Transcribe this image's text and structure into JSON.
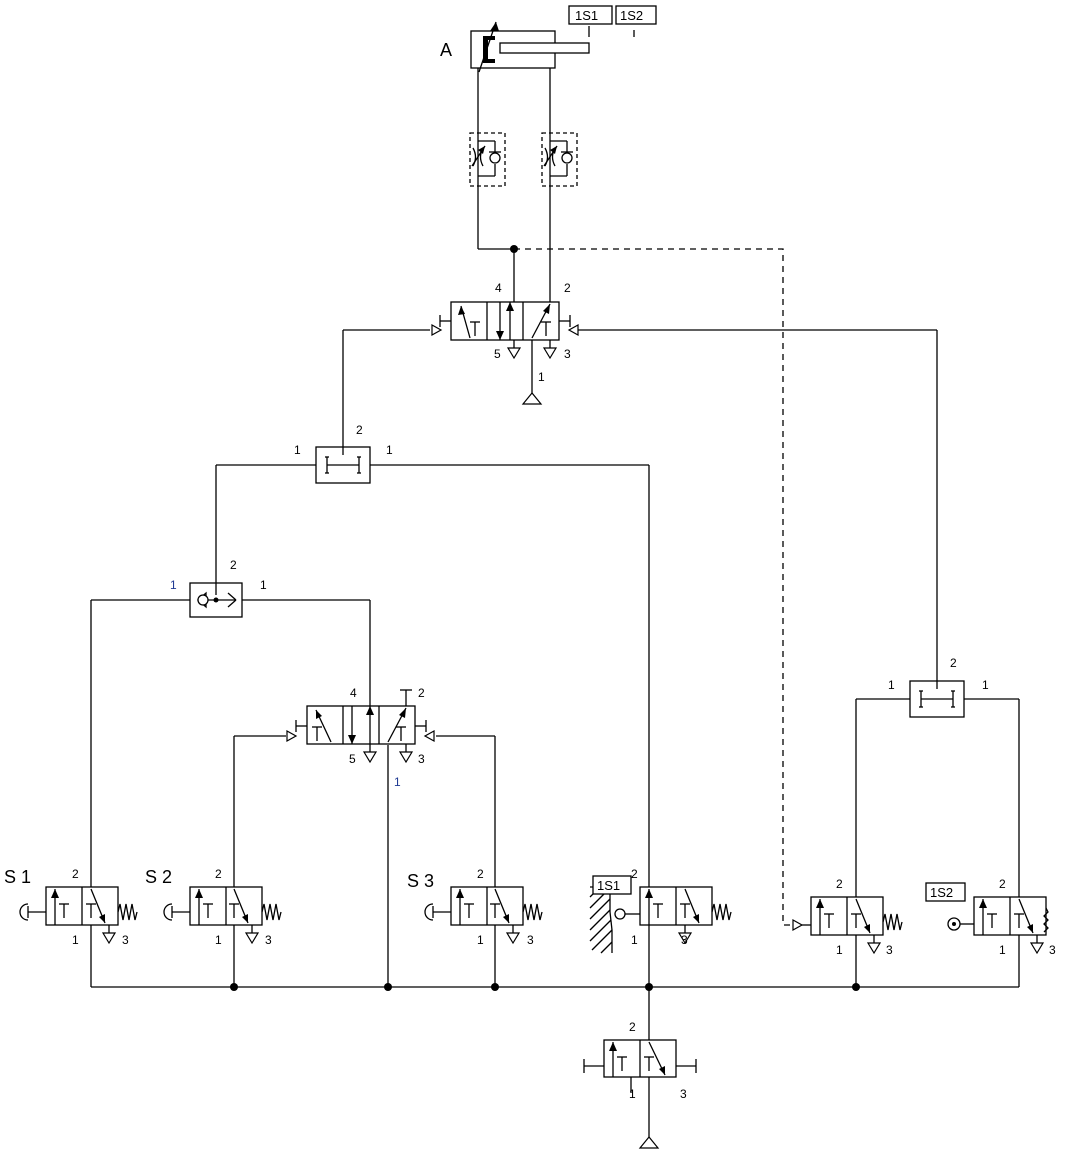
{
  "cylinder": {
    "label": "A",
    "sensors": [
      "1S1",
      "1S2"
    ]
  },
  "main_valve": {
    "ports": {
      "p4": "4",
      "p2": "2",
      "p5": "5",
      "p3": "3",
      "p1": "1"
    }
  },
  "and_valve_top": {
    "ports": {
      "left": "1",
      "out": "2",
      "right": "1"
    }
  },
  "or_valve": {
    "ports": {
      "left": "1",
      "out": "2",
      "right": "1"
    }
  },
  "memory_valve": {
    "ports": {
      "p4": "4",
      "p2": "2",
      "p5": "5",
      "p3": "3",
      "p1": "1"
    }
  },
  "and_valve_right": {
    "ports": {
      "left": "1",
      "out": "2",
      "right": "1"
    }
  },
  "pushbuttons": [
    {
      "label": "S 1",
      "p2": "2",
      "p1": "1",
      "p3": "3"
    },
    {
      "label": "S 2",
      "p2": "2",
      "p1": "1",
      "p3": "3"
    },
    {
      "label": "S 3",
      "p2": "2",
      "p1": "1",
      "p3": "3"
    }
  ],
  "limit_1s1": {
    "label": "1S1",
    "p2": "2",
    "p1": "1",
    "p3": "3"
  },
  "pilot_valve_right": {
    "p2": "2",
    "p1": "1",
    "p3": "3"
  },
  "limit_1s2": {
    "label": "1S2",
    "p2": "2",
    "p1": "1",
    "p3": "3"
  },
  "supply_valve": {
    "p2": "2",
    "p1": "1",
    "p3": "3"
  }
}
